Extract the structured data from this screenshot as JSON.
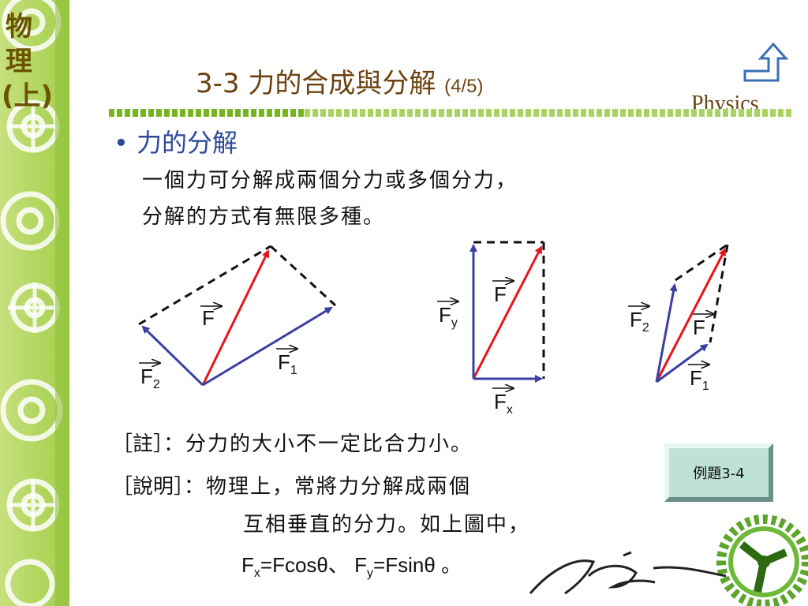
{
  "sidebar": {
    "title": "物理(上)"
  },
  "slide": {
    "title_main": "3-3 力的合成與分解",
    "title_sub": "(4/5)",
    "subject_label": "Physics",
    "bullet": "•",
    "heading": "力的分解",
    "lines": [
      "一個力可分解成兩個分力或多個分力，",
      "分解的方式有無限多種。"
    ],
    "note_label": "［註］",
    "note_text": "：分力的大小不一定比合力小。",
    "explain_label": "［說明］",
    "explain_line1": "：物理上，常將力分解成兩個",
    "explain_line2": "互相垂直的分力。如上圖中，",
    "formula": {
      "fx": "F",
      "fx_sub": "x",
      "fx_rhs": "=Fcosθ、",
      "fy": "F",
      "fy_sub": "y",
      "fy_rhs": "=Fsinθ 。"
    }
  },
  "diagrams": {
    "d1": {
      "F": "F",
      "F1": "F",
      "F1_sub": "1",
      "F2": "F",
      "F2_sub": "2"
    },
    "d2": {
      "F": "F",
      "Fy": "F",
      "Fy_sub": "y",
      "Fx": "F",
      "Fx_sub": "x"
    },
    "d3": {
      "F": "F",
      "F2": "F",
      "F2_sub": "2",
      "F1": "F",
      "F1_sub": "1"
    }
  },
  "example_button": {
    "label": "例題3-4"
  },
  "colors": {
    "force_red": "#e8141c",
    "component_blue": "#3b3fa2",
    "title_brown": "#6b4210",
    "accent_green": "#78b41e"
  }
}
